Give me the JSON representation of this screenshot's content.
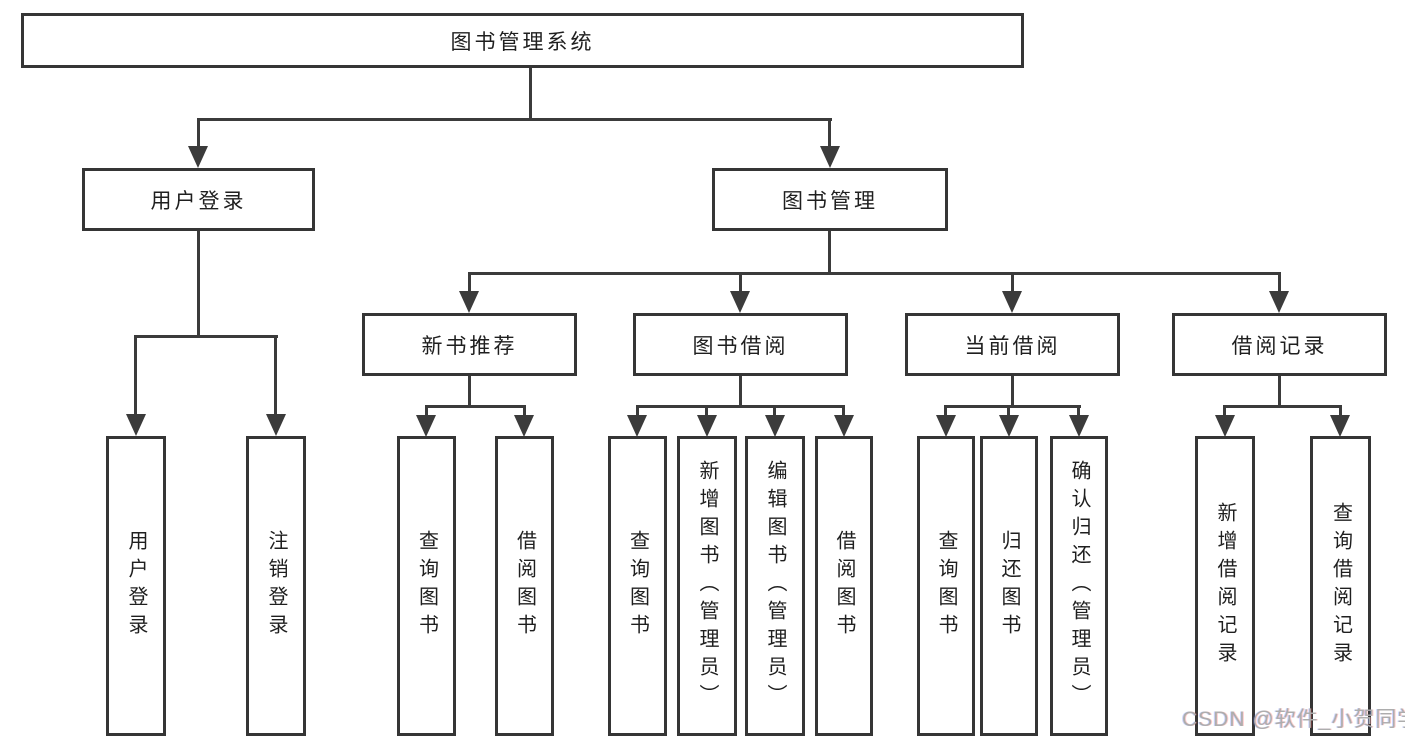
{
  "diagram": {
    "root": {
      "label": "图书管理系统"
    },
    "branches": [
      {
        "label": "用户登录",
        "children": [
          {
            "label": "用户登录"
          },
          {
            "label": "注销登录"
          }
        ]
      },
      {
        "label": "图书管理",
        "children": [
          {
            "label": "新书推荐",
            "children": [
              {
                "label": "查询图书"
              },
              {
                "label": "借阅图书"
              }
            ]
          },
          {
            "label": "图书借阅",
            "children": [
              {
                "label": "查询图书"
              },
              {
                "label": "新增图书（管理员）"
              },
              {
                "label": "编辑图书（管理员）"
              },
              {
                "label": "借阅图书"
              }
            ]
          },
          {
            "label": "当前借阅",
            "children": [
              {
                "label": "查询图书"
              },
              {
                "label": "归还图书"
              },
              {
                "label": "确认归还（管理员）"
              }
            ]
          },
          {
            "label": "借阅记录",
            "children": [
              {
                "label": "新增借阅记录"
              },
              {
                "label": "查询借阅记录"
              }
            ]
          }
        ]
      }
    ]
  },
  "watermark": {
    "text": "CSDN @软件_小贺同学"
  },
  "colors": {
    "background": "#ffffff",
    "line": "#3b3b3b",
    "box_border": "#353535",
    "text": "#1f1f1f",
    "watermark": "#adadad"
  }
}
